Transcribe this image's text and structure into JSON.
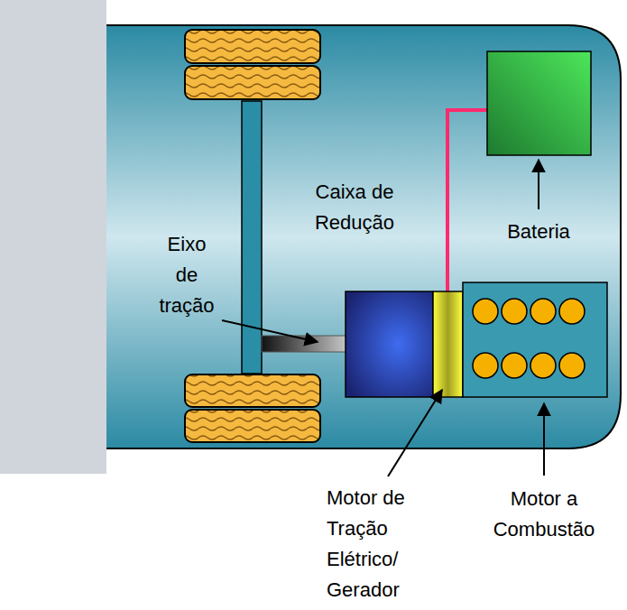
{
  "diagram": {
    "labels": [
      "Caixa de Redução",
      "Eixo de tração",
      "Bateria",
      "Motor de Tração Elétrico/ Gerador",
      "Motor a Combustão"
    ]
  }
}
